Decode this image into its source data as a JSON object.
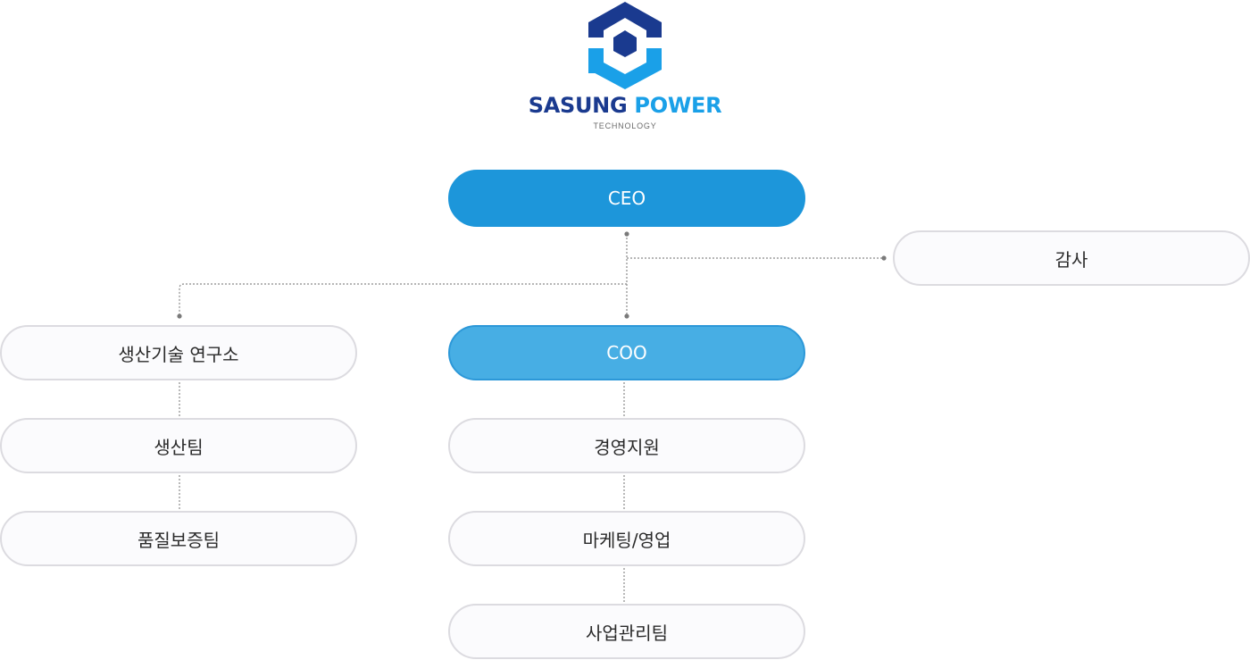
{
  "logo": {
    "name_part1": "SASUNG",
    "name_part2": "POWER",
    "tagline": "TECHNOLOGY",
    "colors": {
      "navy": "#1a3a8f",
      "sky": "#1aa0e8"
    }
  },
  "org": {
    "ceo": "CEO",
    "audit": "감사",
    "coo": "COO",
    "lab": "생산기술 연구소",
    "lab_children": [
      "생산팀",
      "품질보증팀"
    ],
    "coo_children": [
      "경영지원",
      "마케팅/영업",
      "사업관리팀"
    ]
  },
  "colors": {
    "ceo_fill": "#1d96da",
    "coo_fill": "#47aee4",
    "node_fill": "#fbfbfd",
    "node_border": "#dcdbe0",
    "connector": "#8a8a8a"
  }
}
